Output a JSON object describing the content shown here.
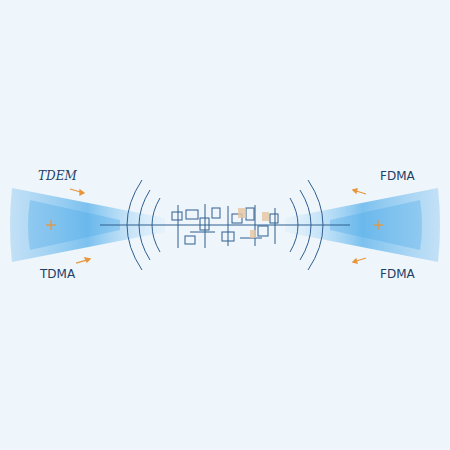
{
  "diagram": {
    "labels": [
      "TDEM",
      "TDMA",
      "FDMA",
      "FDMA"
    ]
  }
}
